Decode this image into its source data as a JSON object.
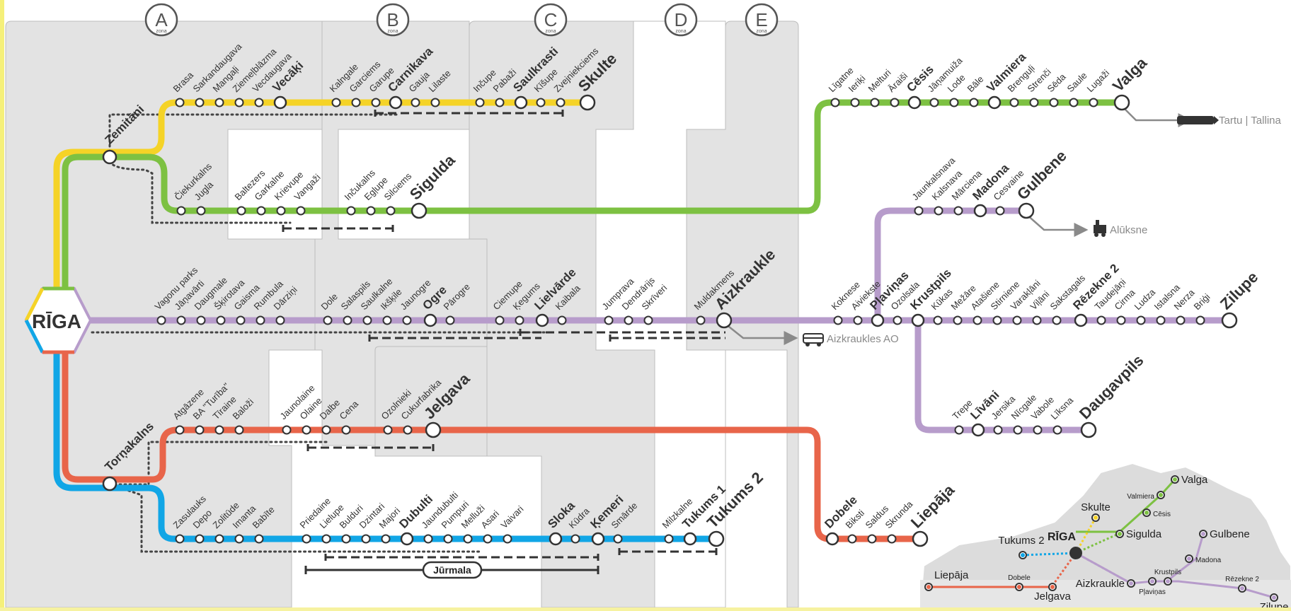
{
  "zones": [
    {
      "letter": "A",
      "sub": "zona"
    },
    {
      "letter": "B",
      "sub": "zona"
    },
    {
      "letter": "C",
      "sub": "zona"
    },
    {
      "letter": "D",
      "sub": "zona"
    },
    {
      "letter": "E",
      "sub": "zona"
    }
  ],
  "hub": {
    "label": "RĪGA"
  },
  "colors": {
    "yellow": "#f5d327",
    "green": "#7dc142",
    "purple": "#b79ccb",
    "red": "#e8654a",
    "blue": "#11a6e6",
    "zone_grey": "#e3e3e3",
    "dots": "#444444",
    "outline": "#3a3a3a"
  },
  "lines": {
    "skulte": {
      "junction": "Zemitāni",
      "stations": [
        "Brasa",
        "Sarkandaugava",
        "Mangaļi",
        "Ziemeļblāzma",
        "Vecdaugava",
        "Vecāķi",
        "Kalngale",
        "Garciems",
        "Garupe",
        "Carnikava",
        "Gauja",
        "Lilaste",
        "Inčupe",
        "Pabaži",
        "Saulkrasti",
        "Kīšupe",
        "Zvejniekciems",
        "Skulte"
      ]
    },
    "sigulda": {
      "stations": [
        "Čiekurkalns",
        "Jugla",
        "Baltezers",
        "Garkalne",
        "Krievupe",
        "Vangaži",
        "Inčukalns",
        "Egļupe",
        "Silciems",
        "Sigulda"
      ]
    },
    "valga": {
      "stations": [
        "Līgatne",
        "Ieriķi",
        "Melturi",
        "Āraiši",
        "Cēsis",
        "Jāņamuiža",
        "Lode",
        "Bāle",
        "Valmiera",
        "Brenguļi",
        "Strenči",
        "Sēda",
        "Saule",
        "Lugaži",
        "Valga"
      ],
      "connection": "Tartu | Tallina"
    },
    "aizkraukle": {
      "stations": [
        "Vagonu parks",
        "Jāņavārti",
        "Daugmale",
        "Šķirotava",
        "Gaisma",
        "Rumbula",
        "Dārziņi",
        "Dole",
        "Salaspils",
        "Saulkalne",
        "Ikšķile",
        "Jaunogre",
        "Ogre",
        "Pārogre",
        "Ciemupe",
        "Ķegums",
        "Lielvārde",
        "Kaibala",
        "Jumprava",
        "Dendrārijs",
        "Skrīveri",
        "Muldakmens",
        "Aizkraukle"
      ],
      "connection": "Aizkraukles AO"
    },
    "zilupe": {
      "stations": [
        "Koknese",
        "Aiviekste",
        "Pļaviņas",
        "Ozolsala",
        "Krustpils",
        "Kūkas",
        "Mežāre",
        "Atašiene",
        "Stirniene",
        "Varakļāni",
        "Viļāni",
        "Sakstagals",
        "Rēzekne 2",
        "Taudejāņi",
        "Cirma",
        "Ludza",
        "Istalsna",
        "Nerza",
        "Briģi",
        "Zilupe"
      ]
    },
    "gulbene": {
      "stations": [
        "Jaunkalsnava",
        "Kalsnava",
        "Mārciena",
        "Madona",
        "Cesvaine",
        "Gulbene"
      ],
      "connection": "Alūksne"
    },
    "daugavpils": {
      "stations": [
        "Trepe",
        "Līvāni",
        "Jersika",
        "Nīcgale",
        "Vabole",
        "Līksna",
        "Daugavpils"
      ]
    },
    "jelgava": {
      "junction": "Torņakalns",
      "stations": [
        "Atgāzene",
        "BA \"Turība\"",
        "Tīraine",
        "Baloži",
        "Jaunolaine",
        "Olaine",
        "Dalbe",
        "Cena",
        "Ozolnieki",
        "Cukurfabrika",
        "Jelgava"
      ]
    },
    "liepaja": {
      "stations": [
        "Dobele",
        "Biksti",
        "Saldus",
        "Skrunda",
        "Liepāja"
      ]
    },
    "tukums": {
      "stations": [
        "Zasulauks",
        "Depo",
        "Zolitūde",
        "Imanta",
        "Babīte",
        "Priedaine",
        "Lielupe",
        "Bulduri",
        "Dzintari",
        "Majori",
        "Dubulti",
        "Jaundubulti",
        "Pumpuri",
        "Melluži",
        "Asari",
        "Vaivari",
        "Sloka",
        "Kūdra",
        "Ķemeri",
        "Smārde",
        "Milzkalne",
        "Tukums 1",
        "Tukums 2"
      ],
      "section_label": "Jūrmala"
    }
  },
  "inset": {
    "labels": [
      "Valga",
      "Valmiera",
      "Cēsis",
      "Skulte",
      "Sigulda",
      "Gulbene",
      "Madona",
      "RĪGA",
      "Tukums 2",
      "Liepāja",
      "Dobele",
      "Jelgava",
      "Aizkraukle",
      "Pļaviņas",
      "Krustpils",
      "Rēzekne 2",
      "Zilupe"
    ]
  }
}
